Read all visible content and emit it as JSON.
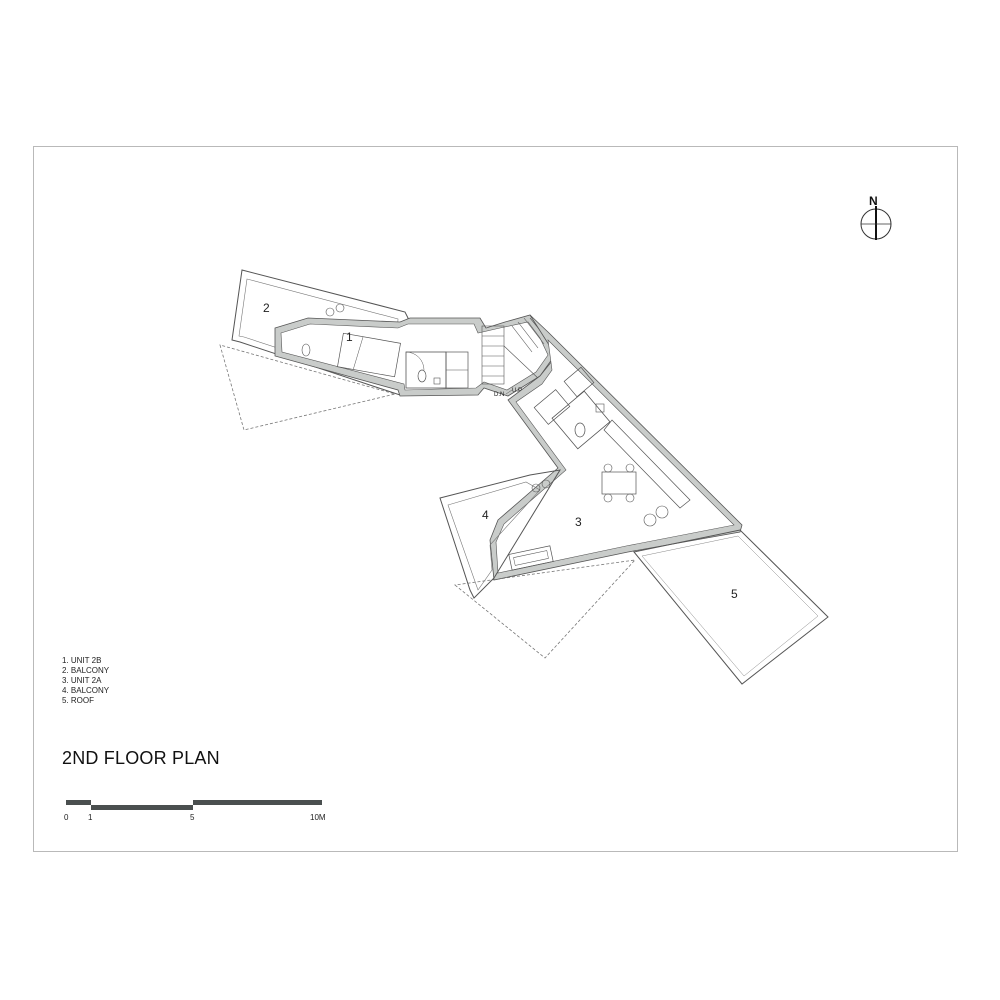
{
  "title": "2ND FLOOR PLAN",
  "north_label": "N",
  "rooms": [
    {
      "num": "1"
    },
    {
      "num": "2"
    },
    {
      "num": "3"
    },
    {
      "num": "4"
    },
    {
      "num": "5"
    }
  ],
  "legend": [
    "1. UNIT 2B",
    "2. BALCONY",
    "3. UNIT 2A",
    "4. BALCONY",
    "5. ROOF"
  ],
  "stairs": {
    "down_label": "D.N",
    "up_label": "U.P"
  },
  "scale": {
    "ticks": [
      "0",
      "1",
      "5",
      "10M"
    ]
  },
  "colors": {
    "wall": "#c9ccca",
    "line": "#555555",
    "scale_bar": "#4a4f4f",
    "frame": "#b9b9b9"
  }
}
